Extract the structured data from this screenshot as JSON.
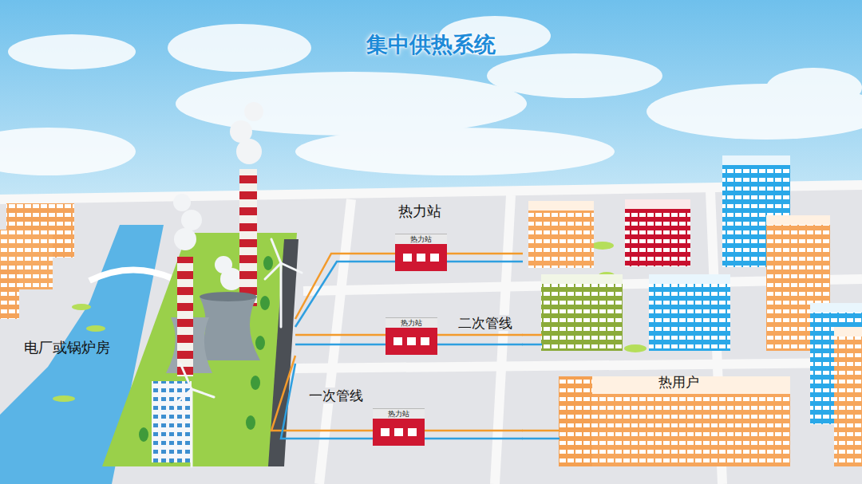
{
  "diagram": {
    "title": "集中供热系统",
    "nodes": [
      {
        "text": [
          "电厂或锅炉房"
        ]
      },
      {
        "text": [
          "热力站",
          "热力站"
        ]
      },
      {
        "text": [
          "热力站"
        ]
      },
      {
        "text": [
          "热力站"
        ]
      },
      {
        "text": [
          "热用户"
        ]
      }
    ],
    "edges": [
      {
        "from": 0,
        "to": 1,
        "arrow": "none"
      },
      {
        "from": 0,
        "to": 2,
        "arrow": "none"
      },
      {
        "from": 0,
        "to": 3,
        "label": "一次管线",
        "arrow": "none"
      },
      {
        "from": 1,
        "to": 4,
        "arrow": "none"
      },
      {
        "from": 2,
        "to": 4,
        "label": "二次管线",
        "arrow": "none"
      },
      {
        "from": 3,
        "to": 4,
        "arrow": "none"
      }
    ]
  }
}
